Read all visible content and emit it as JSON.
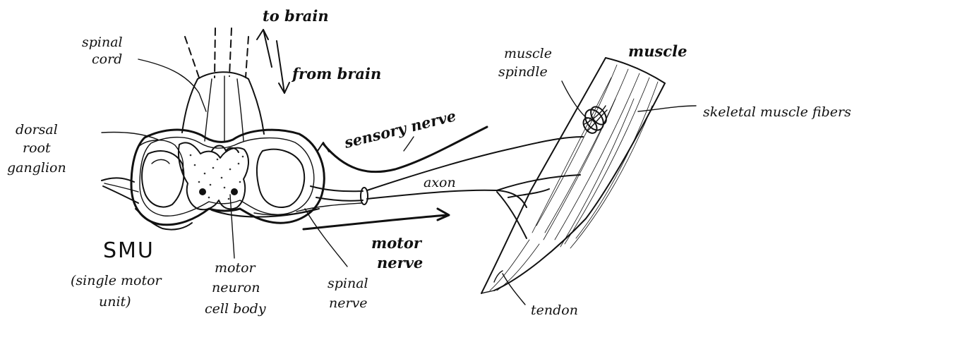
{
  "labels": {
    "to_brain": "to brain",
    "from_brain": "from brain",
    "spinal_cord_1": "spinal",
    "spinal_cord_2": "cord",
    "dorsal_root_1": "dorsal",
    "dorsal_root_2": "root",
    "dorsal_root_3": "ganglion",
    "sensory_nerve": "sensory nerve",
    "muscle_spindle_1": "muscle",
    "muscle_spindle_2": "spindle",
    "muscle": "muscle",
    "skeletal_muscle_fibers": "skeletal muscle fibers",
    "axon": "axon",
    "motor_nerve_1": "motor",
    "motor_nerve_2": "nerve",
    "smu": "SMU",
    "smu_desc_1": "(single motor",
    "smu_desc_2": "unit)",
    "motor_neuron_1": "motor",
    "motor_neuron_2": "neuron",
    "motor_neuron_3": "cell body",
    "spinal_nerve_1": "spinal",
    "spinal_nerve_2": "nerve",
    "tendon": "tendon"
  }
}
